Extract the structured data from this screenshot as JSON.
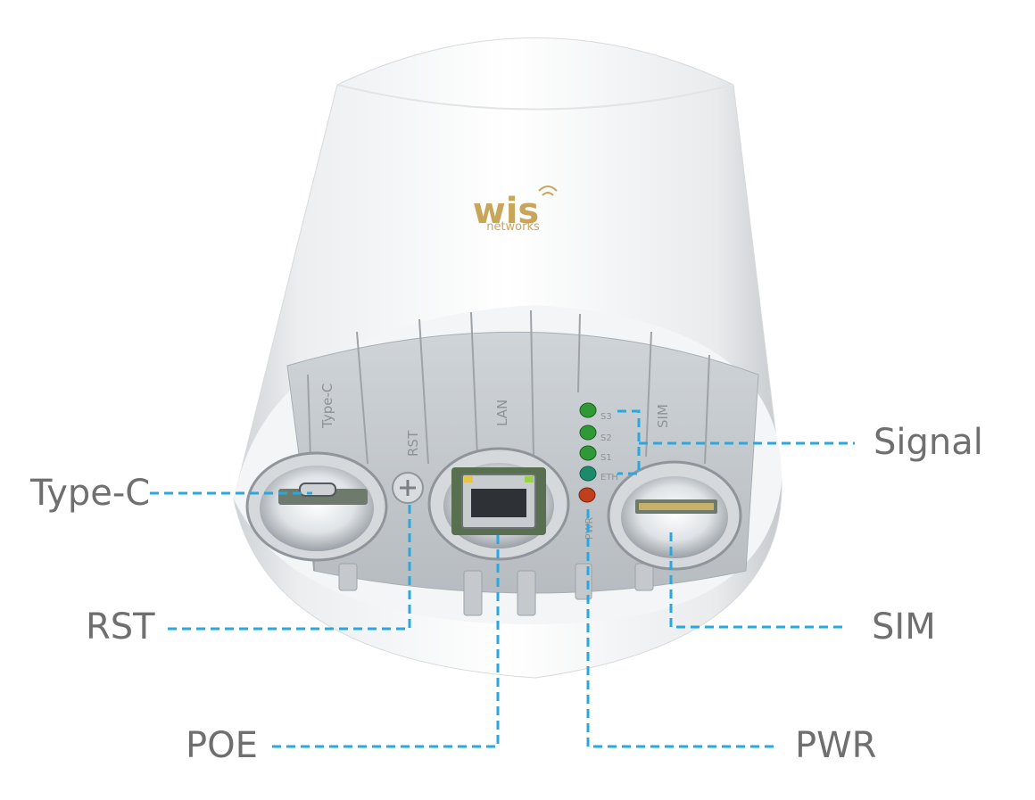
{
  "brand": {
    "logo_text": "wis",
    "logo_subtext": "networks",
    "logo_color": "#c9a55a"
  },
  "panel_markings": {
    "type_c": "Type-C",
    "rst": "RST",
    "lan": "LAN",
    "sim": "SIM",
    "pwr": "PWR",
    "led_s3": "S3",
    "led_s2": "S2",
    "led_s1": "S1",
    "led_eth": "ETH"
  },
  "callouts": {
    "type_c": "Type-C",
    "rst": "RST",
    "poe": "POE",
    "signal": "Signal",
    "sim": "SIM",
    "pwr": "PWR"
  },
  "colors": {
    "callout_line": "#29a8df",
    "callout_text": "#6f6f6f",
    "led_green": "#2f9a35",
    "led_teal": "#1d8a6a",
    "led_red": "#c0401e"
  }
}
